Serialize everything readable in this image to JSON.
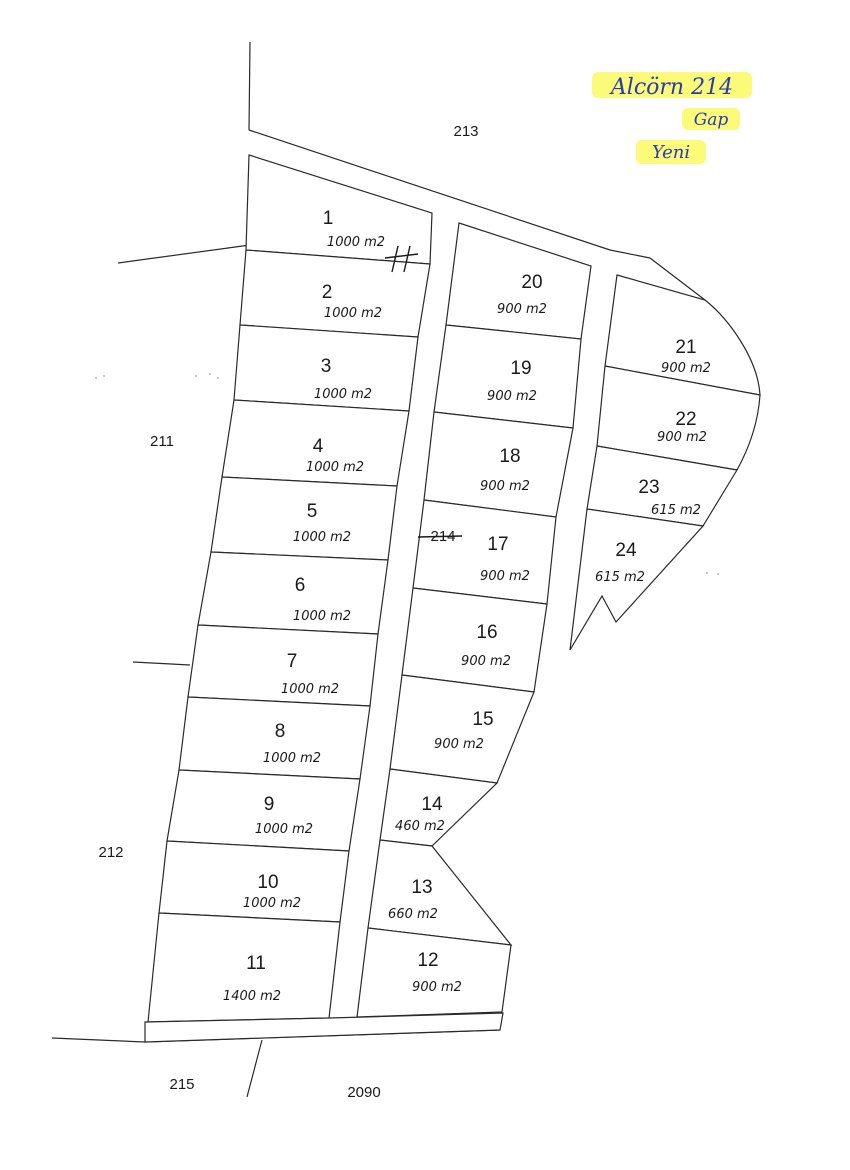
{
  "note": {
    "line1": "Alcörn 214",
    "line2": "Gap",
    "line3": "Yeni"
  },
  "parcels": {
    "n213": "213",
    "n211": "211",
    "n212": "212",
    "n215": "215",
    "n2090": "2090",
    "n214": "214"
  },
  "lots": [
    {
      "num": "1",
      "area": "1000 m2"
    },
    {
      "num": "2",
      "area": "1000 m2"
    },
    {
      "num": "3",
      "area": "1000 m2"
    },
    {
      "num": "4",
      "area": "1000 m2"
    },
    {
      "num": "5",
      "area": "1000 m2"
    },
    {
      "num": "6",
      "area": "1000 m2"
    },
    {
      "num": "7",
      "area": "1000 m2"
    },
    {
      "num": "8",
      "area": "1000 m2"
    },
    {
      "num": "9",
      "area": "1000 m2"
    },
    {
      "num": "10",
      "area": "1000 m2"
    },
    {
      "num": "11",
      "area": "1400 m2"
    },
    {
      "num": "12",
      "area": "900 m2"
    },
    {
      "num": "13",
      "area": "660 m2"
    },
    {
      "num": "14",
      "area": "460 m2"
    },
    {
      "num": "15",
      "area": "900 m2"
    },
    {
      "num": "16",
      "area": "900 m2"
    },
    {
      "num": "17",
      "area": "900 m2"
    },
    {
      "num": "18",
      "area": "900 m2"
    },
    {
      "num": "19",
      "area": "900 m2"
    },
    {
      "num": "20",
      "area": "900 m2"
    },
    {
      "num": "21",
      "area": "900 m2"
    },
    {
      "num": "22",
      "area": "900 m2"
    },
    {
      "num": "23",
      "area": "615 m2"
    },
    {
      "num": "24",
      "area": "615 m2"
    }
  ]
}
